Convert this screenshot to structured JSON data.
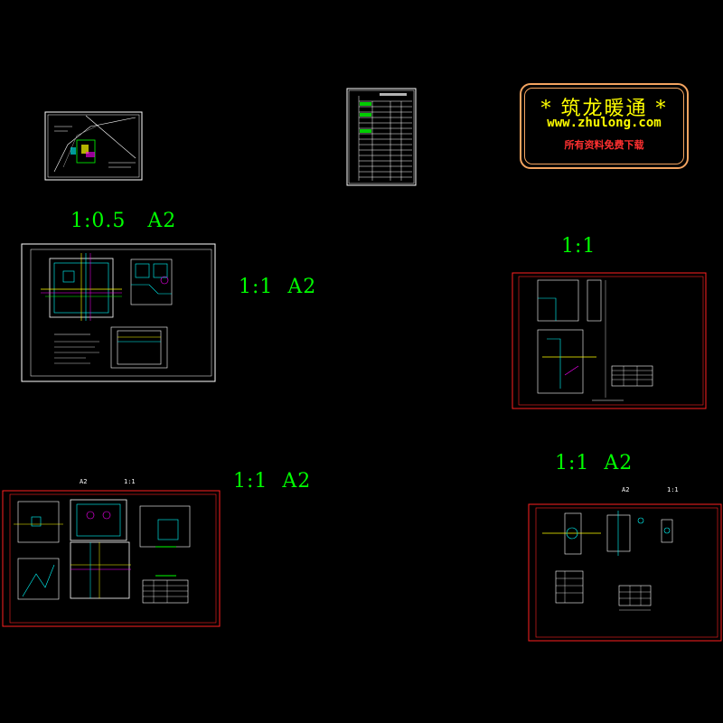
{
  "logo": {
    "title": "* 筑龙暖通 *",
    "url": "www.zhulong.com",
    "subtitle": "所有资料免费下载"
  },
  "scale_labels": {
    "sheet2": "1:0.5   A2",
    "sheet3": "1:1  A2",
    "sheet4": "1:1",
    "sheet5": "1:1  A2",
    "sheet6": "1:1  A2"
  },
  "small_labels": {
    "sheet5_a": "A2",
    "sheet5_b": "1:1",
    "sheet6_a": "A2",
    "sheet6_b": "1:1"
  },
  "colors": {
    "background": "#000000",
    "scale_text": "#00ff00",
    "frame_red": "#ff2020",
    "frame_white": "#ffffff",
    "logo_border": "#f4a460",
    "logo_text": "#ffff00",
    "logo_sub": "#ff3030"
  }
}
